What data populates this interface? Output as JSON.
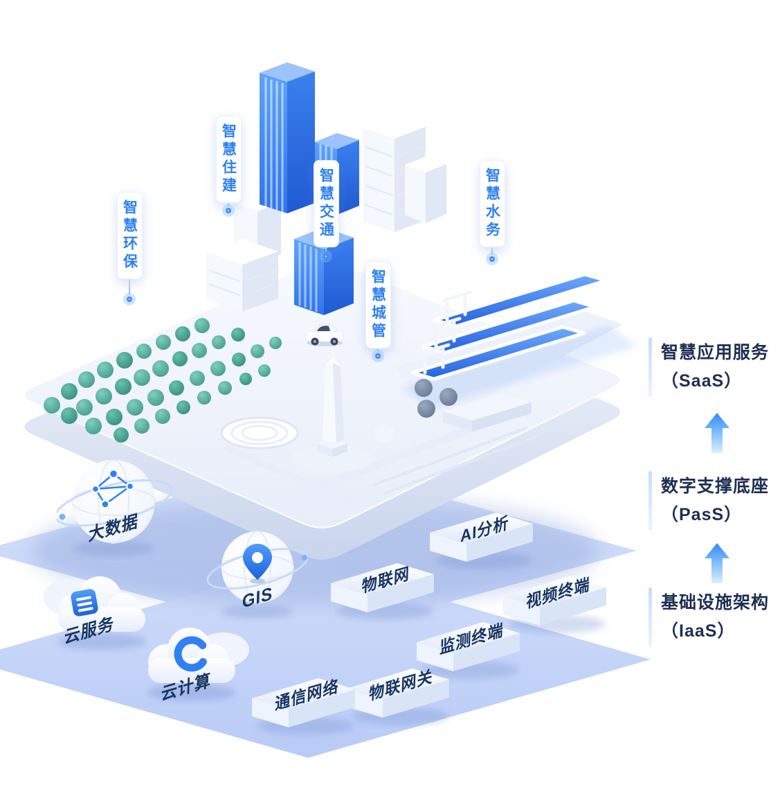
{
  "diagram": {
    "callouts": [
      {
        "label": "智慧环保"
      },
      {
        "label": "智慧住建"
      },
      {
        "label": "智慧交通"
      },
      {
        "label": "智慧城管"
      },
      {
        "label": "智慧水务"
      }
    ],
    "paas_items": {
      "big_data": {
        "label": "大数据",
        "icon": "network-nodes-icon"
      },
      "gis": {
        "label": "GIS",
        "icon": "location-pin-icon"
      },
      "ai_analysis": {
        "label": "AI分析",
        "icon": "isometric-slab"
      },
      "iot": {
        "label": "物联网",
        "icon": "isometric-slab"
      }
    },
    "iaas_items": {
      "cloud_service": {
        "label": "云服务",
        "icon": "server-list-icon"
      },
      "cloud_computing": {
        "label": "云计算",
        "icon": "c-ring-icon"
      },
      "comm_network": {
        "label": "通信网络",
        "icon": "isometric-slab"
      },
      "iot_gateway": {
        "label": "物联网关",
        "icon": "isometric-slab"
      },
      "monitoring_terminal": {
        "label": "监测终端",
        "icon": "isometric-slab"
      },
      "video_terminal": {
        "label": "视频终端",
        "icon": "isometric-slab"
      }
    },
    "legend": [
      {
        "title": "智慧应用服务",
        "subtitle": "（SaaS）"
      },
      {
        "title": "数字支撑底座",
        "subtitle": "（PasS）"
      },
      {
        "title": "基础设施架构",
        "subtitle": "（IaaS）"
      }
    ],
    "icons": {
      "legend_arrow": "up-arrow-icon"
    },
    "colors": {
      "accent_blue": "#2f80f2",
      "label_navy": "#17345f",
      "legend_text": "#1d2f52",
      "plane_blue": "#c9d8f7",
      "tree_teal": "#45998b",
      "building_blue": "#3b82f4"
    }
  }
}
